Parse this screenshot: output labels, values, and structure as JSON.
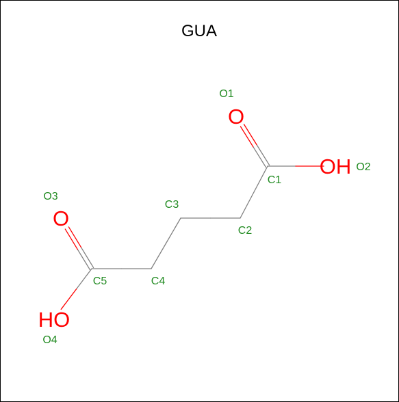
{
  "title": "GUA",
  "colors": {
    "carbon_bond": "#808080",
    "oxygen": "#ff0000",
    "label": "#228b22",
    "frame": "#000000"
  },
  "atoms": [
    {
      "id": "C1",
      "element": "C",
      "symbol": ""
    },
    {
      "id": "C2",
      "element": "C",
      "symbol": ""
    },
    {
      "id": "C3",
      "element": "C",
      "symbol": ""
    },
    {
      "id": "C4",
      "element": "C",
      "symbol": ""
    },
    {
      "id": "C5",
      "element": "C",
      "symbol": ""
    },
    {
      "id": "O1",
      "element": "O",
      "symbol": "O"
    },
    {
      "id": "O2",
      "element": "O",
      "symbol": "OH"
    },
    {
      "id": "O3",
      "element": "O",
      "symbol": "O"
    },
    {
      "id": "O4",
      "element": "O",
      "symbol": "HO"
    }
  ],
  "bonds": [
    {
      "from": "C1",
      "to": "O1",
      "order": 2
    },
    {
      "from": "C1",
      "to": "O2",
      "order": 1
    },
    {
      "from": "C1",
      "to": "C2",
      "order": 1
    },
    {
      "from": "C2",
      "to": "C3",
      "order": 1
    },
    {
      "from": "C3",
      "to": "C4",
      "order": 1
    },
    {
      "from": "C4",
      "to": "C5",
      "order": 1
    },
    {
      "from": "C5",
      "to": "O3",
      "order": 2
    },
    {
      "from": "C5",
      "to": "O4",
      "order": 1
    }
  ]
}
